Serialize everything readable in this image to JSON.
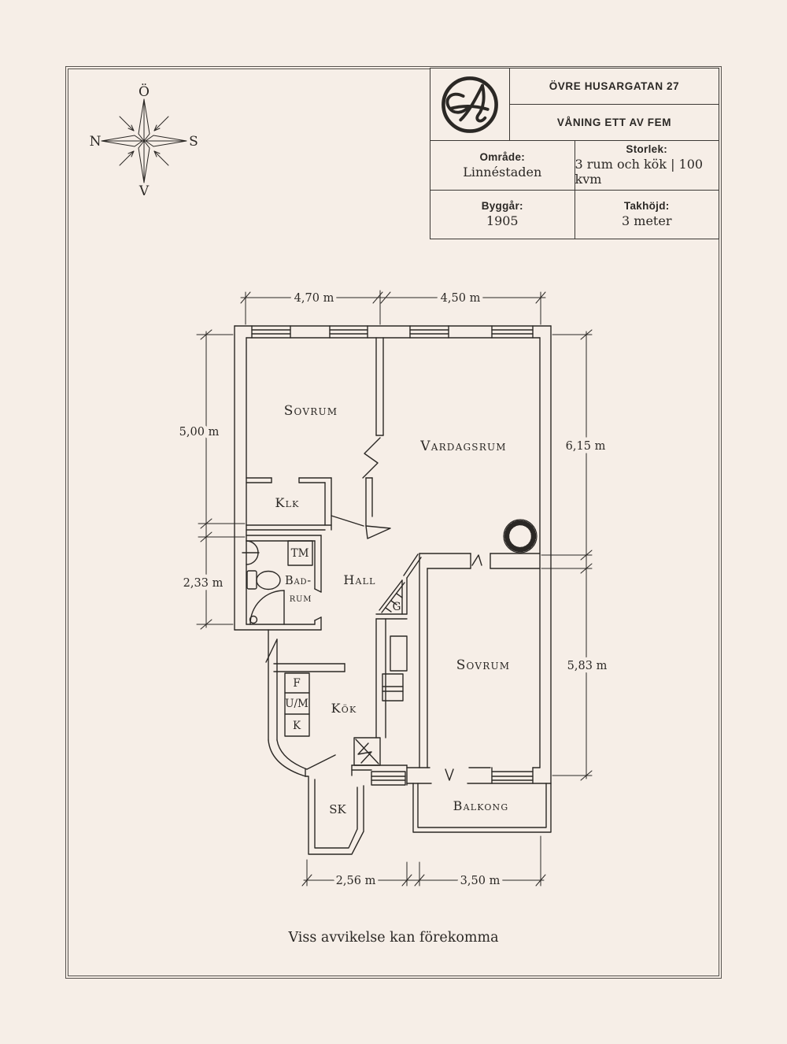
{
  "colors": {
    "background": "#f6eee7",
    "ink": "#2b2825"
  },
  "compass": {
    "east": "Ö",
    "south": "S",
    "west": "V",
    "north": "N"
  },
  "info_box": {
    "logo": "A-monogram-icon",
    "title": "ÖVRE HUSARGATAN 27",
    "subtitle": "VÅNING ETT AV FEM",
    "fields": [
      {
        "label": "Område:",
        "value": "Linnéstaden"
      },
      {
        "label": "Storlek:",
        "value": "3 rum och kök | 100 kvm"
      },
      {
        "label": "Byggår:",
        "value": "1905"
      },
      {
        "label": "Takhöjd:",
        "value": "3 meter"
      }
    ]
  },
  "floor_plan": {
    "rooms": {
      "sovrum1": "Sovrum",
      "vardagsrum": "Vardagsrum",
      "klk": "Klk",
      "tm": "TM",
      "badrum_line1": "Bad-",
      "badrum_line2": "rum",
      "hall": "Hall",
      "g": "G",
      "sovrum2": "Sovrum",
      "f": "F",
      "um": "U/M",
      "k": "K",
      "kok": "Kök",
      "sk": "SK",
      "balkong": "Balkong"
    },
    "dimensions": {
      "top": [
        "4,70 m",
        "4,50 m"
      ],
      "left": [
        "5,00 m",
        "2,33 m"
      ],
      "right": [
        "6,15 m",
        "5,83 m"
      ],
      "bottom": [
        "2,56 m",
        "3,50 m"
      ]
    }
  },
  "footer": {
    "disclaimer": "Viss avvikelse kan förekomma"
  }
}
